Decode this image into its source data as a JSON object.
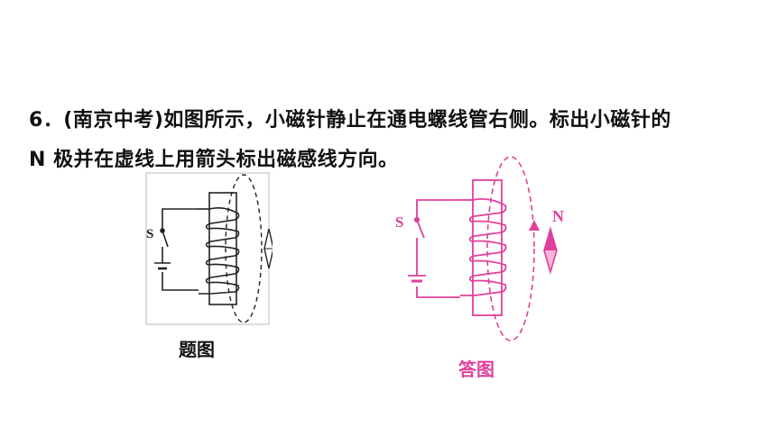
{
  "question": {
    "line1": "6．(南京中考)如图所示，小磁针静止在通电螺线管右侧。标出小磁针的",
    "line2": "N 极并在虚线上用箭头标出磁感线方向。"
  },
  "question_figure": {
    "switch_label": "S",
    "caption": "题图",
    "color": "#222222"
  },
  "answer_figure": {
    "switch_label": "S",
    "pole_label": "N",
    "caption": "答图",
    "color": "#e0409a",
    "needle_fill": "#f6b6d6"
  }
}
